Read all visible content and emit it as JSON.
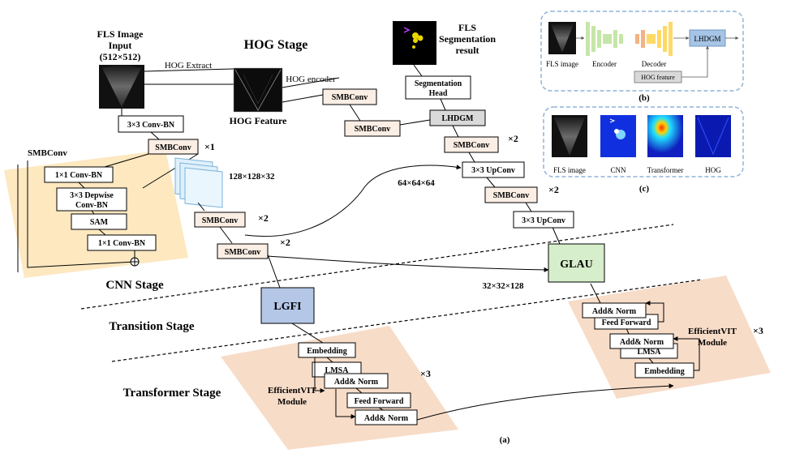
{
  "colors": {
    "beige_block": "#fbeee4",
    "cnn_panel": "#fde8c0",
    "transformer_panel": "#f7dcc8",
    "lgfi": "#b4c7e7",
    "glau": "#d6eecb",
    "lhdgm": "#d9d9d9",
    "dashed_panel_border": "#8fb3d9"
  },
  "input": {
    "title_line1": "FLS Image",
    "title_line2": "Input",
    "title_line3": "(512×512)"
  },
  "hog": {
    "stage_title": "HOG Stage",
    "extract_label": "HOG Extract",
    "encoder_label": "HOG encoder",
    "feature_label": "HOG Feature"
  },
  "output": {
    "title_line1": "FLS",
    "title_line2": "Segmentation",
    "title_line3": "result"
  },
  "cnn": {
    "conv_bn": "3×3 Conv-BN",
    "smbconv": "SMBConv",
    "x1": "×1",
    "x2": "×2",
    "feature_size": "128×128×32",
    "stage_title": "CNN Stage"
  },
  "smbconv_detail": {
    "title": "SMBConv",
    "conv1": "1×1 Conv-BN",
    "dw_line1": "3×3 Depwise",
    "dw_line2": "Conv-BN",
    "sam": "SAM",
    "conv2": "1×1 Conv-BN"
  },
  "decoder": {
    "smbconv": "SMBConv",
    "seg_head_line1": "Segmentation",
    "seg_head_line2": "Head",
    "lhdgm": "LHDGM",
    "upconv": "3×3 UpConv",
    "x2": "×2",
    "feat_64": "64×64×64",
    "feat_32": "32×32×128",
    "glau": "GLAU"
  },
  "transition": {
    "lgfi": "LGFI",
    "stage_title": "Transition Stage"
  },
  "transformer": {
    "stage_title": "Transformer  Stage",
    "embedding": "Embedding",
    "lmsa": "LMSA",
    "add_norm": "Add& Norm",
    "feed_forward": "Feed Forward",
    "module_line1": "EfficientVIT",
    "module_line2": "Module",
    "x3": "×3"
  },
  "panel_b": {
    "fls_image": "FLS image",
    "encoder": "Encoder",
    "decoder": "Decoder",
    "lhdgm": "LHDGM",
    "hog_feature": "HOG feature",
    "label": "(b)"
  },
  "panel_c": {
    "fls_image": "FLS image",
    "cnn": "CNN",
    "transformer": "Transformer",
    "hog": "HOG",
    "label": "(c)"
  },
  "panel_a_label": "(a)"
}
